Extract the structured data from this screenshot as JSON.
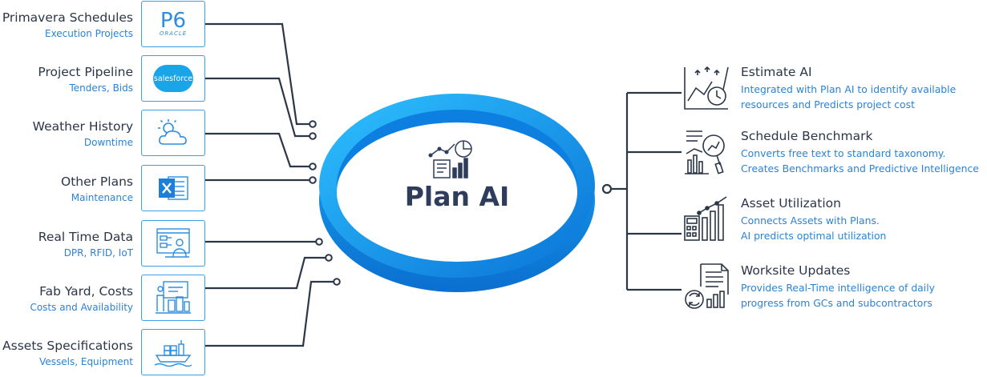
{
  "colors": {
    "line": "#2b3648",
    "accent": "#2a83d6",
    "tile_border": "#3aa0e8",
    "ring_light": "#2ec1ff",
    "ring_dark": "#0a72d6",
    "text_dark": "#2b3648",
    "hub_text": "#2e3d5c"
  },
  "hub": {
    "title": "Plan AI",
    "icon": "analytics-dashboard-icon"
  },
  "sources": [
    {
      "title": "Primavera Schedules",
      "subtitle": "Execution Projects",
      "logo": "p6-oracle-logo",
      "logo_text": "P6",
      "logo_sub": "ORACLE"
    },
    {
      "title": "Project Pipeline",
      "subtitle": "Tenders, Bids",
      "logo": "salesforce-logo",
      "logo_text": "salesforce"
    },
    {
      "title": "Weather History",
      "subtitle": "Downtime",
      "logo": "weather-icon"
    },
    {
      "title": "Other Plans",
      "subtitle": "Maintenance",
      "logo": "excel-icon"
    },
    {
      "title": "Real Time Data",
      "subtitle": "DPR, RFID, IoT",
      "logo": "site-monitor-icon"
    },
    {
      "title": "Fab Yard, Costs",
      "subtitle": "Costs and Availability",
      "logo": "fab-yard-icon"
    },
    {
      "title": "Assets Specifications",
      "subtitle": "Vessels, Equipment",
      "logo": "vessel-icon"
    }
  ],
  "outputs": [
    {
      "title": "Estimate AI",
      "desc1": "Integrated with Plan AI to identify available",
      "desc2": "resources and Predicts project cost",
      "icon": "estimate-chart-icon"
    },
    {
      "title": "Schedule Benchmark",
      "desc1": "Converts free text to standard taxonomy.",
      "desc2": "Creates Benchmarks and Predictive Intelligence",
      "icon": "benchmark-magnifier-icon"
    },
    {
      "title": "Asset Utilization",
      "desc1": "Connects Assets with Plans.",
      "desc2": "AI predicts optimal utilization",
      "icon": "utilization-calculator-icon"
    },
    {
      "title": "Worksite Updates",
      "desc1": "Provides Real-Time intelligence of daily",
      "desc2": "progress from GCs and subcontractors",
      "icon": "document-update-icon"
    }
  ]
}
